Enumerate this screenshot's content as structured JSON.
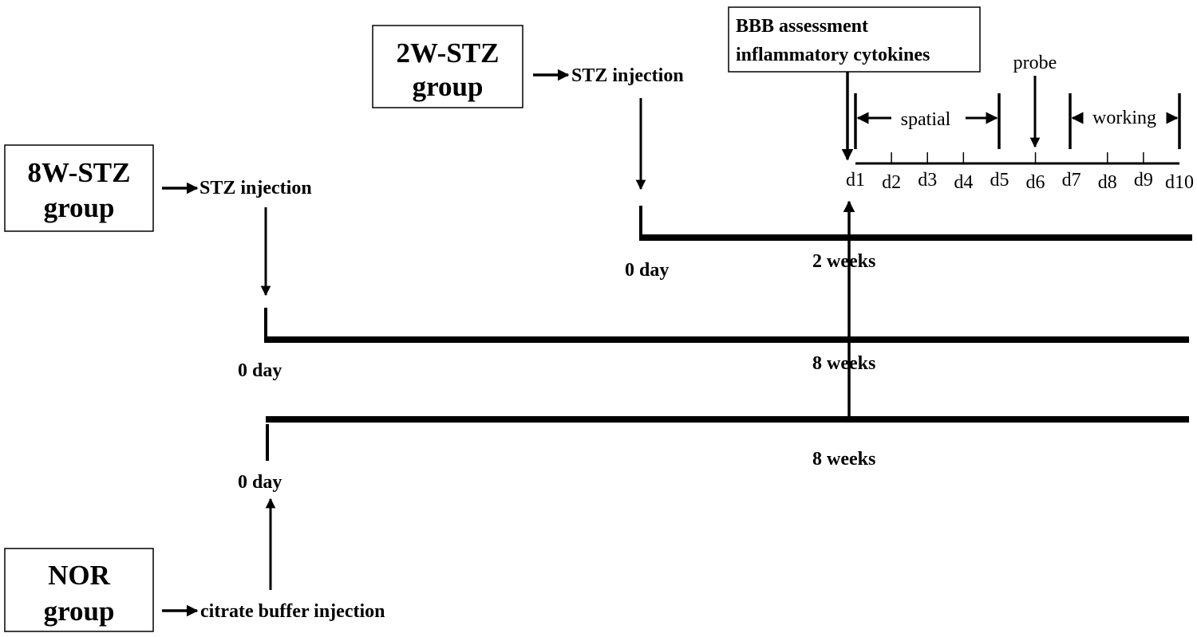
{
  "groups": {
    "two_week": {
      "line1": "2W-STZ",
      "line2": "group",
      "injection": "STZ injection",
      "start": "0 day",
      "duration": "2 weeks"
    },
    "eight_week": {
      "line1": "8W-STZ",
      "line2": "group",
      "injection": "STZ injection",
      "start": "0 day",
      "duration": "8 weeks"
    },
    "normal": {
      "line1": "NOR",
      "line2": "group",
      "injection": "citrate buffer injection",
      "start": "0 day",
      "duration": "8 weeks"
    }
  },
  "assessment": {
    "line1": "BBB assessment",
    "line2": "inflammatory cytokines"
  },
  "phases": {
    "spatial": "spatial",
    "probe": "probe",
    "working": "working"
  },
  "days": [
    "d1",
    "d2",
    "d3",
    "d4",
    "d5",
    "d6",
    "d7",
    "d8",
    "d9",
    "d10"
  ]
}
